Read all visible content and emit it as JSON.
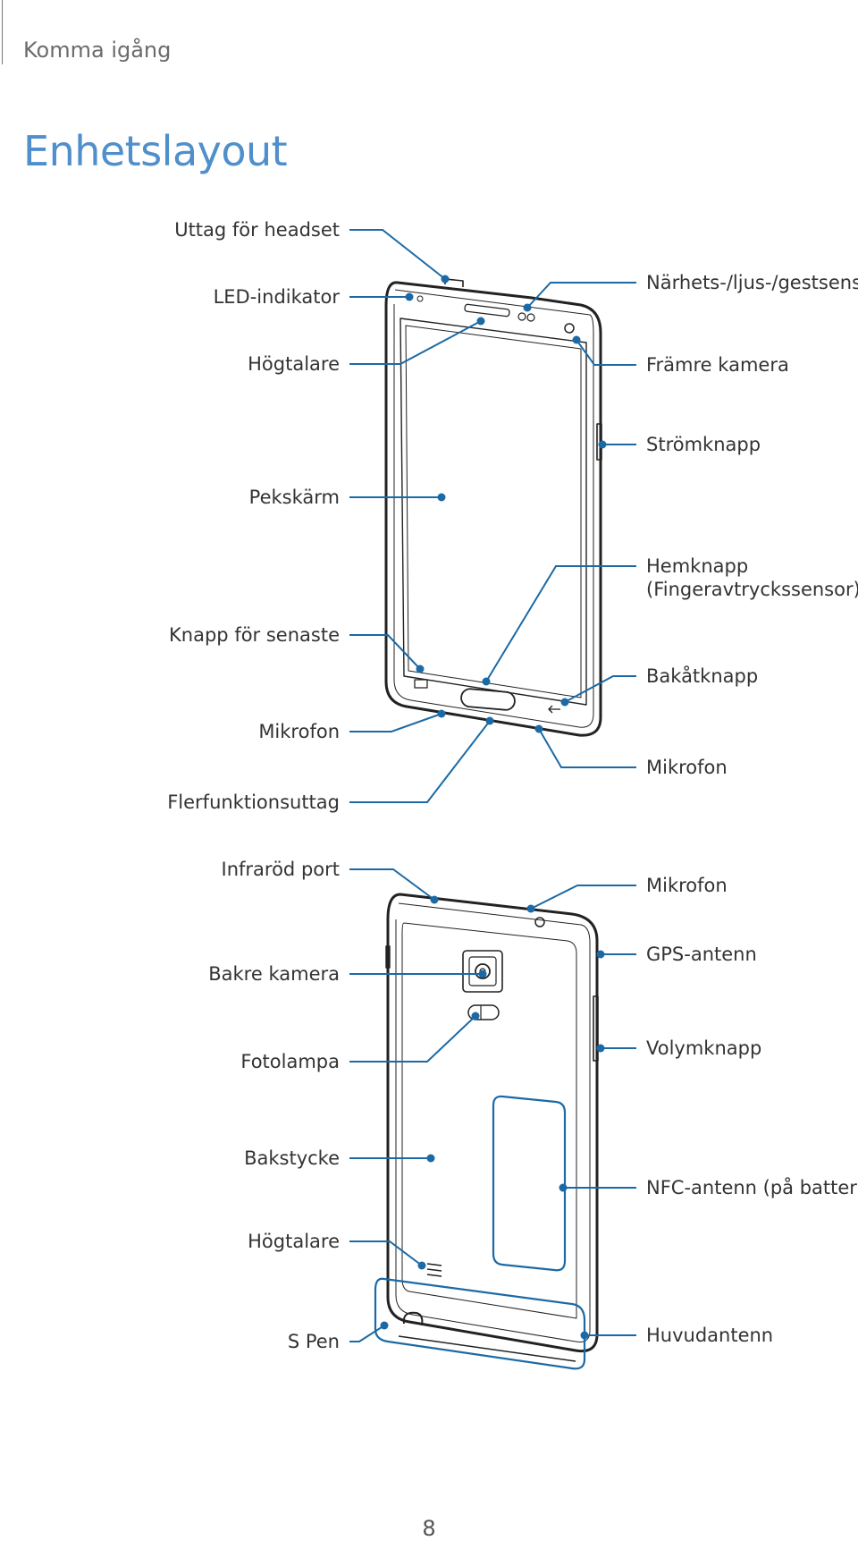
{
  "header": {
    "section": "Komma igång"
  },
  "title": "Enhetslayout",
  "front": {
    "left_labels": [
      "Uttag för headset",
      "LED-indikator",
      "Högtalare",
      "Pekskärm",
      "Knapp för senaste",
      "Mikrofon",
      "Flerfunktionsuttag"
    ],
    "right_labels": [
      "Närhets-/ljus-/gestsensor",
      "Främre kamera",
      "Strömknapp",
      "Hemknapp",
      "(Fingeravtryckssensor)",
      "Bakåtknapp",
      "Mikrofon"
    ]
  },
  "back": {
    "left_labels": [
      "Infraröd port",
      "Bakre kamera",
      "Fotolampa",
      "Bakstycke",
      "Högtalare",
      "S Pen"
    ],
    "right_labels": [
      "Mikrofon",
      "GPS-antenn",
      "Volymknapp",
      "NFC-antenn (på batteriet)",
      "Huvudantenn"
    ]
  },
  "colors": {
    "title": "#4f8fcb",
    "callout": "#1b6aa6",
    "device": "#222222"
  },
  "page_number": "8"
}
